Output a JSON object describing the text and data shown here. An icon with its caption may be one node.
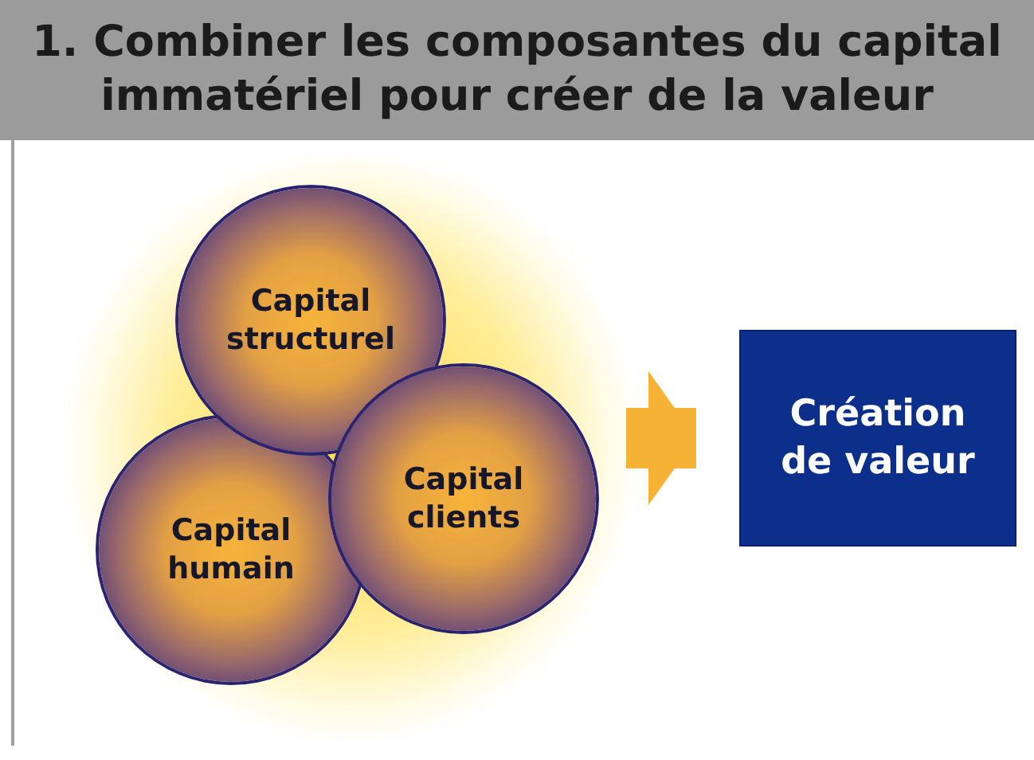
{
  "diagram": {
    "title": "1. Combiner les composantes du capital immatériel pour créer de la valeur",
    "nodes": [
      {
        "text": [
          "Capital structurel"
        ]
      },
      {
        "text": [
          "Capital clients"
        ]
      },
      {
        "text": [
          "Capital humain"
        ]
      },
      {
        "text": [
          "Création de valeur"
        ]
      }
    ],
    "edges": [
      {
        "from": null,
        "to": 3,
        "arrow": "to"
      }
    ]
  }
}
